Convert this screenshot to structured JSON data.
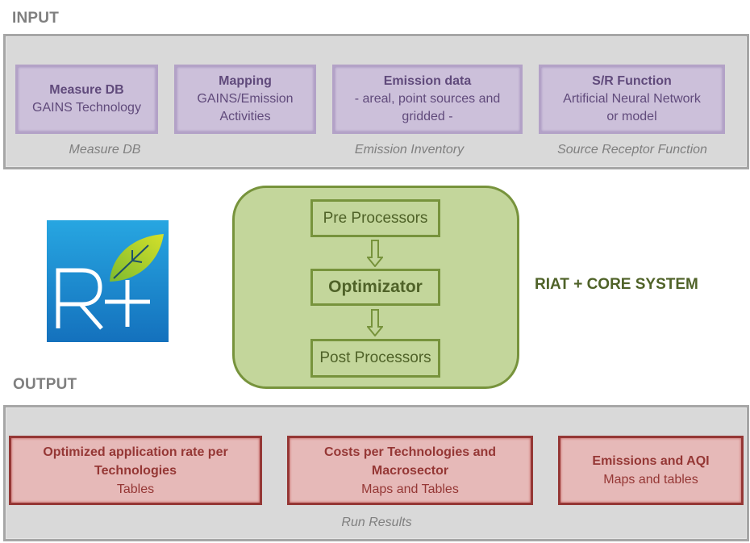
{
  "input": {
    "title": "INPUT",
    "boxes": [
      {
        "title": "Measure DB",
        "lines": [
          "GAINS Technology"
        ]
      },
      {
        "title": "Mapping",
        "lines": [
          "GAINS/Emission",
          "Activities"
        ]
      },
      {
        "title": "Emission data",
        "lines": [
          "- areal, point sources and",
          "gridded -"
        ]
      },
      {
        "title": "S/R Function",
        "lines": [
          "Artificial Neural Network",
          "or model"
        ]
      }
    ],
    "captions": [
      "Measure DB",
      "Emission Inventory",
      "Source Receptor Function"
    ]
  },
  "logo": {
    "icon": "riat-plus-leaf-logo",
    "text": "R+"
  },
  "core": {
    "label": "RIAT + CORE SYSTEM",
    "steps": [
      "Pre Processors",
      "Optimizator",
      "Post Processors"
    ]
  },
  "output": {
    "title": "OUTPUT",
    "boxes": [
      {
        "title_lines": [
          "Optimized application rate per",
          "Technologies"
        ],
        "sub": "Tables"
      },
      {
        "title_lines": [
          "Costs per Technologies and",
          "Macrosector"
        ],
        "sub": "Maps and Tables"
      },
      {
        "title_lines": [
          "Emissions and AQI"
        ],
        "sub": "Maps and tables"
      }
    ],
    "caption": "Run Results"
  },
  "colors": {
    "panel_bg": "#d9d9d9",
    "input_box": "#ccc0da",
    "output_box": "#e6b9b8",
    "core_green": "#c3d69b",
    "core_border": "#77933c",
    "logo_blue": "#1f8ad0"
  }
}
